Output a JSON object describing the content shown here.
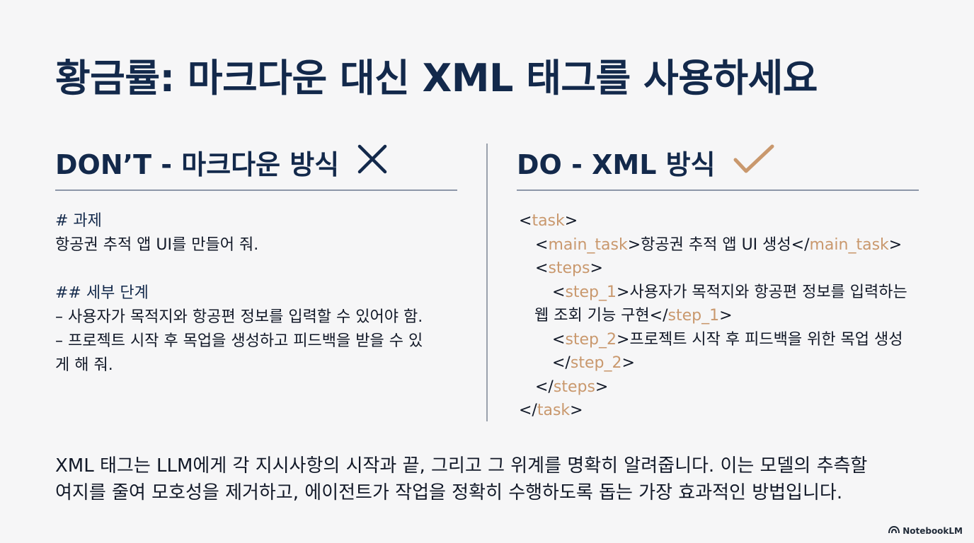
{
  "slide": {
    "title": "황금률: 마크다운 대신 XML 태그를 사용하세요"
  },
  "dont": {
    "heading": "DON’T - 마크다운 방식",
    "icon": "x-mark-icon",
    "lines": [
      "# 과제",
      "항공권 추적 앱 UI를 만들어 줘.",
      "",
      "## 세부 단계",
      "– 사용자가 목적지와 항공편 정보를 입력할 수 있어야 함.",
      "– 프로젝트 시작 후 목업을 생성하고 피드백을 받을 수 있",
      "게 해 줘."
    ]
  },
  "do": {
    "heading": "DO - XML 방식",
    "icon": "check-mark-icon",
    "tags": {
      "task_open": "task",
      "main_task": "main_task",
      "main_text": "항공권 추적 앱 UI 생성",
      "steps": "steps",
      "step_1": "step_1",
      "step_1_text_a": "사용자가 목적지와 항공편 정보를 입력하는",
      "step_1_text_b": "웹 조회 기능 구현",
      "step_2": "step_2",
      "step_2_text": "프로젝트 시작 후 피드백을 위한 목업 생성"
    }
  },
  "summary": {
    "line1": "XML 태그는 LLM에게 각 지시사항의 시작과 끝, 그리고 그 위계를 명확히 알려줍니다. 이는 모델의 추측할",
    "line2": "여지를 줄여 모호성을 제거하고, 에이전트가 작업을 정확히 수행하도록 돕는 가장 효과적인 방법입니다."
  },
  "brand": {
    "name": "NotebookLM",
    "icon": "notebooklm-logo-icon"
  },
  "colors": {
    "heading": "#13294b",
    "xml_tag": "#c9986d",
    "check": "#c9986d",
    "x_mark": "#13294b"
  }
}
